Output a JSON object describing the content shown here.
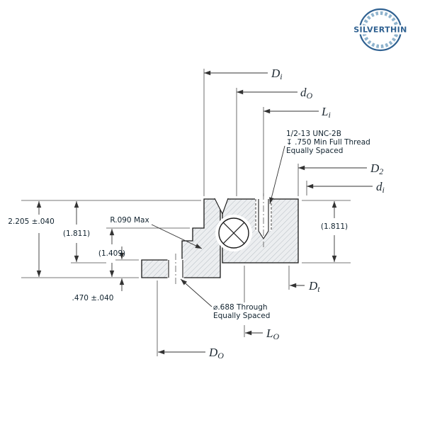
{
  "logo": {
    "name": "SILVERTHIN"
  },
  "dim_labels": {
    "Di": {
      "base": "D",
      "sub": "i"
    },
    "dO": {
      "base": "d",
      "sub": "O"
    },
    "Li": {
      "base": "L",
      "sub": "i"
    },
    "D2": {
      "base": "D",
      "sub": "2"
    },
    "di": {
      "base": "d",
      "sub": "i"
    },
    "Dt": {
      "base": "D",
      "sub": "t"
    },
    "LO": {
      "base": "L",
      "sub": "O"
    },
    "DO": {
      "base": "D",
      "sub": "O"
    }
  },
  "dim_values": {
    "overall_height": "2.205 ±.040",
    "inner_height_left": "(1.811)",
    "mid_height": "(1.409)",
    "flange_thickness": ".470 ±.040",
    "outer_ring_height": "(1.811)",
    "radius_note": "R.090 Max"
  },
  "notes": {
    "thread_spec": "1/2-13 UNC-2B",
    "thread_depth": "↧ .750 Min Full Thread",
    "thread_spacing": "Equally Spaced",
    "hole_spec": "⌀.688 Through",
    "hole_spacing": "Equally Spaced"
  }
}
